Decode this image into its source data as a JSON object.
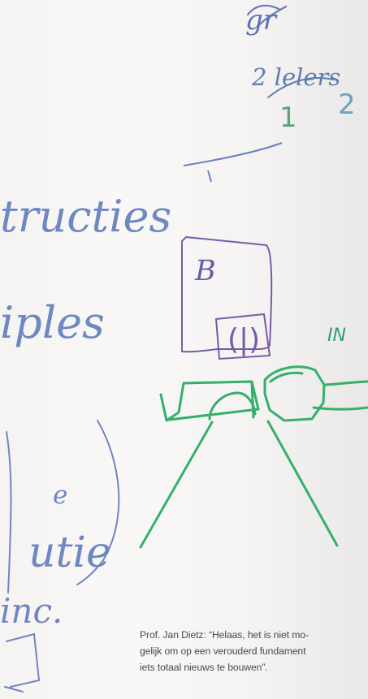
{
  "photo": {
    "subject": "whiteboard sketch",
    "ink_colors": {
      "blue": "#5b6fb0",
      "green": "#2fae6a",
      "purple": "#7a5aa8"
    }
  },
  "handwriting": {
    "top_word": "gr",
    "second_word": "2 lelers",
    "numbers": [
      "1",
      "2"
    ],
    "left_word_1": "tructies",
    "left_word_2": "iples",
    "box_letter": "B",
    "small_box": "(|)",
    "right_word": "IN",
    "lower_word_1": "e",
    "lower_word_2": "utie",
    "lower_word_3": "inc."
  },
  "caption": {
    "text": "Prof. Jan Dietz: “Helaas, het is niet mo-\ngelijk om op een verouderd fundament\niets totaal nieuws te bouwen”."
  }
}
